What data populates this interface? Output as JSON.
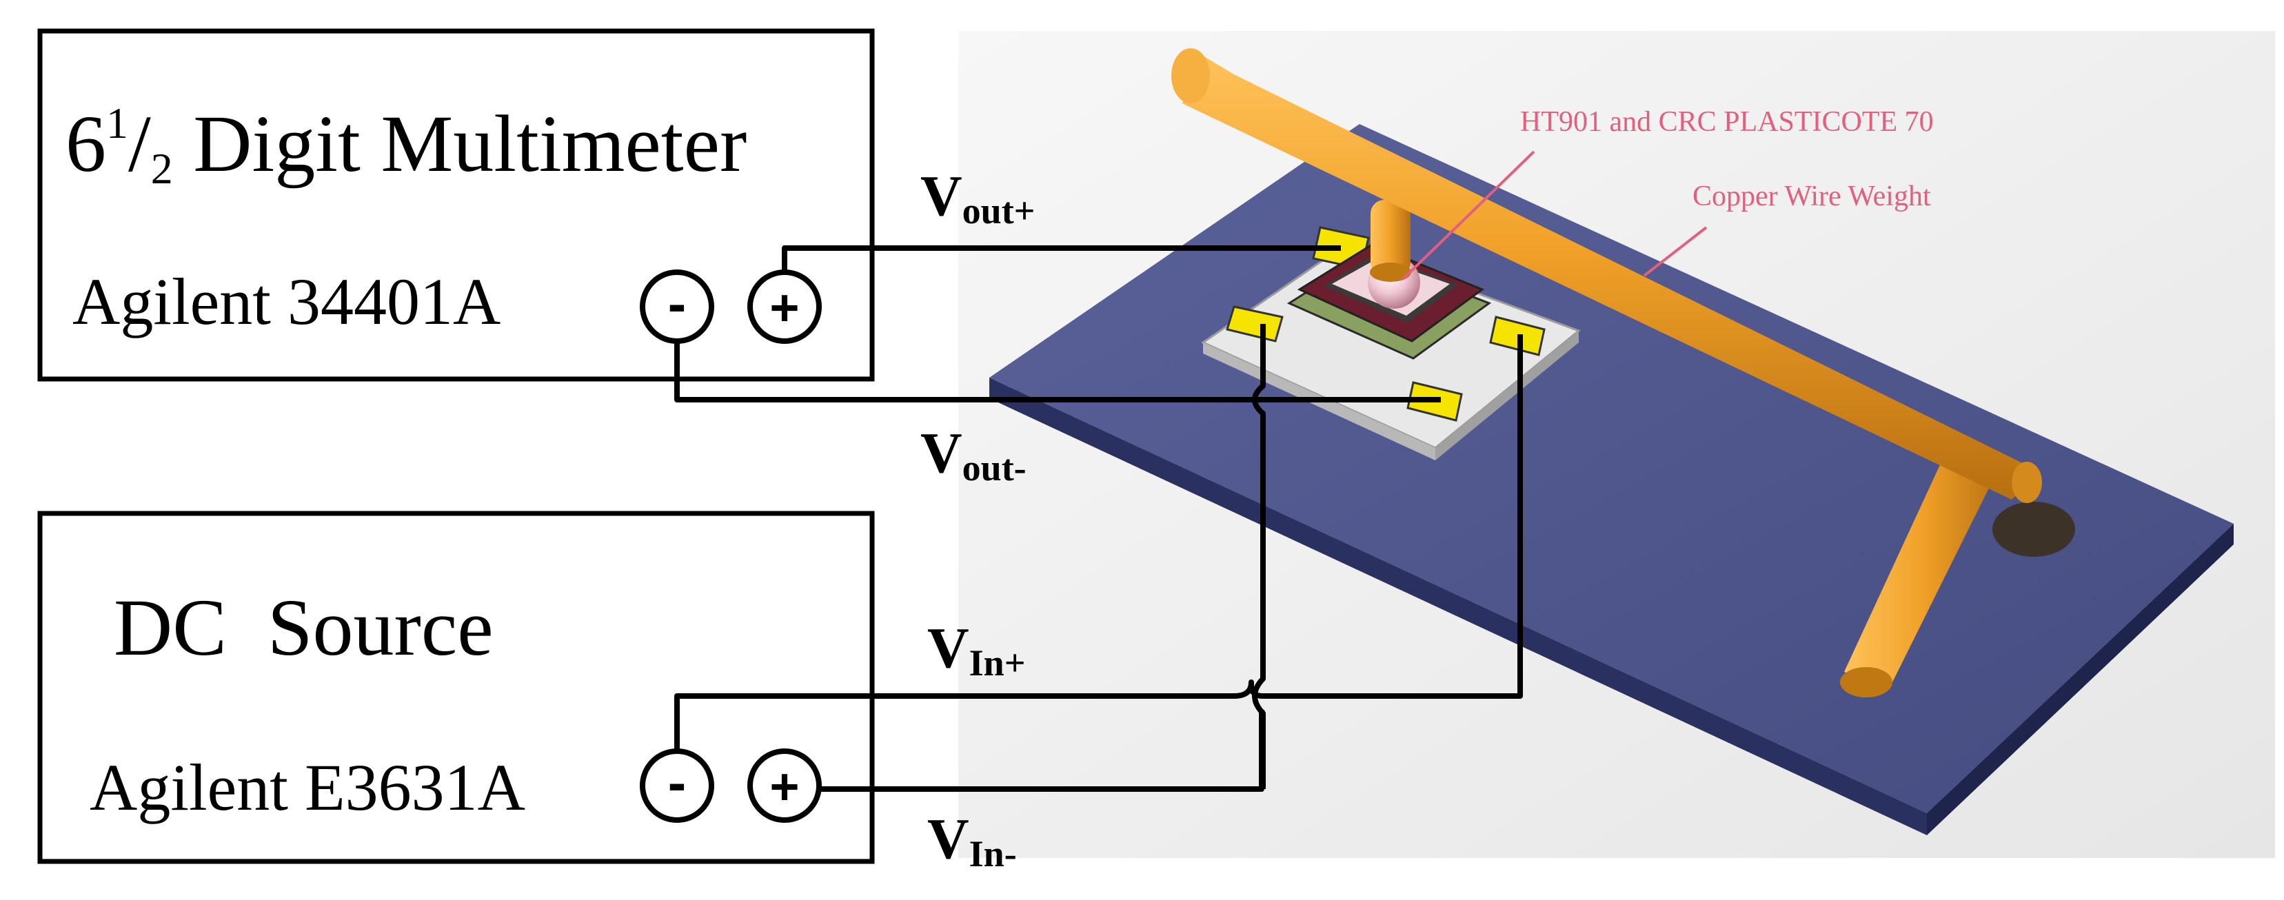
{
  "multimeter": {
    "title_digit": "6",
    "title_sup": "1",
    "title_slash": "/",
    "title_sub": "2",
    "title_rest": " Digit Multimeter",
    "model": "Agilent 34401A",
    "minus_label": "-",
    "plus_label": "+"
  },
  "source": {
    "title": "DC  Source",
    "model": "Agilent E3631A",
    "minus_label": "-",
    "plus_label": "+"
  },
  "labels": {
    "vout_plus_main": "V",
    "vout_plus_sub": "out+",
    "vout_minus_main": "V",
    "vout_minus_sub": "out-",
    "vin_plus_main": "V",
    "vin_plus_sub": "In+",
    "vin_minus_main": "V",
    "vin_minus_sub": "In-"
  },
  "annotations": {
    "coating": "HT901 and CRC PLASTICOTE 70",
    "weight": "Copper Wire Weight"
  },
  "colors": {
    "annotation": "#e0607e",
    "base_plate": "#4a5289",
    "copper_wire": "#f0a028",
    "pad": "#f5e400"
  }
}
